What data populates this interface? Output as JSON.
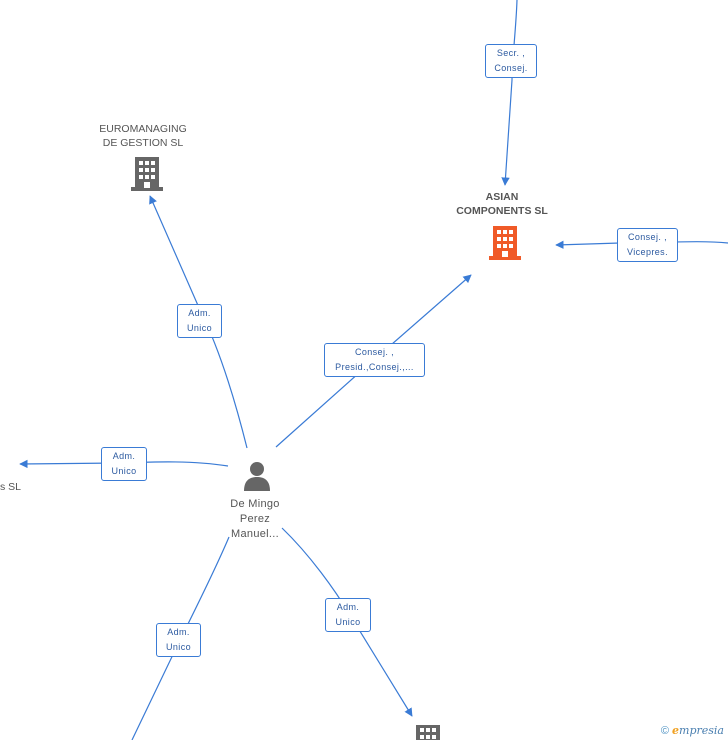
{
  "nodes": {
    "euromanaging": {
      "line1": "EUROMANAGING",
      "line2": "DE GESTION SL",
      "color": "#666666",
      "icon": "building-icon"
    },
    "asian": {
      "line1": "ASIAN",
      "line2": "COMPONENTS SL",
      "color": "#f05a28",
      "icon": "building-icon"
    },
    "person": {
      "line1": "De Mingo",
      "line2": "Perez",
      "line3": "Manuel...",
      "icon": "person-icon"
    },
    "left_cut": {
      "text": "s SL"
    }
  },
  "edges": {
    "secr": {
      "line1": "Secr. ,",
      "line2": "Consej."
    },
    "consej_vice": {
      "line1": "Consej. ,",
      "line2": "Vicepres."
    },
    "adm_top": {
      "line1": "Adm.",
      "line2": "Unico"
    },
    "consej_presid": {
      "line1": "Consej. ,",
      "line2": "Presid.,Consej.,..."
    },
    "adm_left": {
      "line1": "Adm.",
      "line2": "Unico"
    },
    "adm_bottom_right": {
      "line1": "Adm.",
      "line2": "Unico"
    },
    "adm_bottom_left": {
      "line1": "Adm.",
      "line2": "Unico"
    }
  },
  "footer": {
    "copyright": "©",
    "e": "e",
    "brand": "mpresia"
  },
  "colors": {
    "edge": "#3a7bd5",
    "building_gray": "#666666",
    "building_orange": "#f05a28"
  }
}
